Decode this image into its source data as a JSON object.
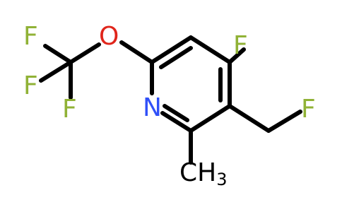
{
  "structure": {
    "atoms": {
      "F_top_left": "F",
      "F_left": "F",
      "F_bottom_left": "F",
      "O": "O",
      "N": "N",
      "F_ring": "F",
      "F_side": "F",
      "C_methyl": "C",
      "H3": "H",
      "sub3": "3"
    }
  },
  "colors": {
    "bond": "#000000",
    "fluorine": "#90b236",
    "oxygen": "#e0251b",
    "nitrogen": "#3050f8",
    "carbon": "#000000"
  }
}
